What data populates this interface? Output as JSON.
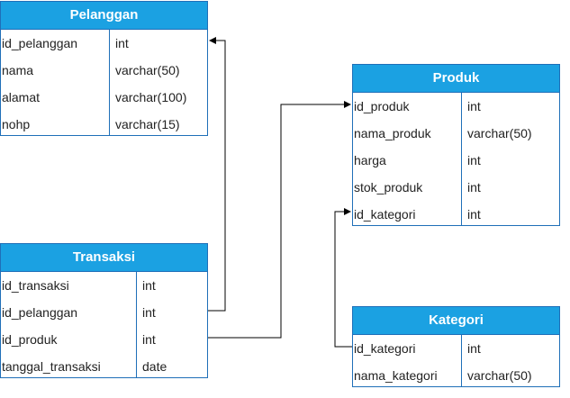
{
  "tables": {
    "pelanggan": {
      "title": "Pelanggan",
      "fields": [
        {
          "name": "id_pelanggan",
          "type": "int"
        },
        {
          "name": "nama",
          "type": "varchar(50)"
        },
        {
          "name": "alamat",
          "type": "varchar(100)"
        },
        {
          "name": "nohp",
          "type": "varchar(15)"
        }
      ]
    },
    "transaksi": {
      "title": "Transaksi",
      "fields": [
        {
          "name": "id_transaksi",
          "type": "int"
        },
        {
          "name": "id_pelanggan",
          "type": "int"
        },
        {
          "name": "id_produk",
          "type": "int"
        },
        {
          "name": "tanggal_transaksi",
          "type": "date"
        }
      ]
    },
    "produk": {
      "title": "Produk",
      "fields": [
        {
          "name": "id_produk",
          "type": "int"
        },
        {
          "name": "nama_produk",
          "type": "varchar(50)"
        },
        {
          "name": "harga",
          "type": "int"
        },
        {
          "name": "stok_produk",
          "type": "int"
        },
        {
          "name": "id_kategori",
          "type": "int"
        }
      ]
    },
    "kategori": {
      "title": "Kategori",
      "fields": [
        {
          "name": "id_kategori",
          "type": "int"
        },
        {
          "name": "nama_kategori",
          "type": "varchar(50)"
        }
      ]
    }
  },
  "colors": {
    "header_fill": "#1ba1e2",
    "border": "#1f6fb8",
    "connector": "#000000"
  }
}
